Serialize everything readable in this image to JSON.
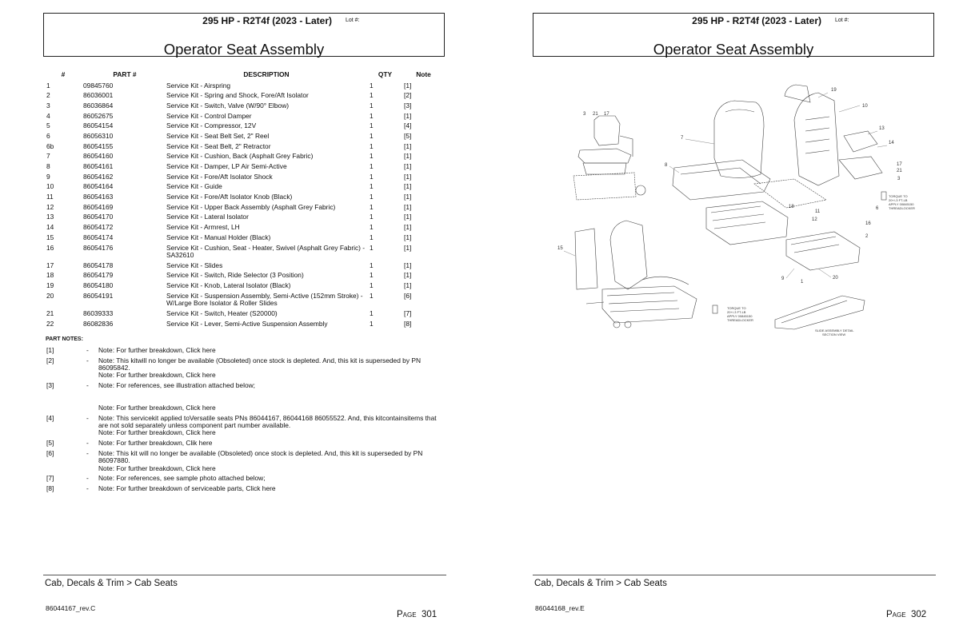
{
  "pages": [
    {
      "header_title": "295 HP - R2T4f (2023 - Later)",
      "lot_label": "Lot #:",
      "section_title": "Operator Seat Assembly",
      "breadcrumb": "Cab, Decals & Trim > Cab Seats",
      "doc_number": "86044167_rev.C",
      "page_word": "Page",
      "page_number": "301"
    },
    {
      "header_title": "295 HP - R2T4f (2023 - Later)",
      "lot_label": "Lot #:",
      "section_title": "Operator Seat Assembly",
      "breadcrumb": "Cab, Decals & Trim > Cab Seats",
      "doc_number": "86044168_rev.E",
      "page_word": "Page",
      "page_number": "302"
    }
  ],
  "table": {
    "headers": [
      "#",
      "PART #",
      "DESCRIPTION",
      "QTY",
      "Note"
    ],
    "rows": [
      {
        "num": "1",
        "part": "09845760",
        "desc": "Service Kit - Airspring",
        "qty": "1",
        "note": "[1]"
      },
      {
        "num": "2",
        "part": "86036001",
        "desc": "Service Kit - Spring and Shock, Fore/Aft Isolator",
        "qty": "1",
        "note": "[2]"
      },
      {
        "num": "3",
        "part": "86036864",
        "desc": "Service Kit - Switch, Valve (W/90° Elbow)",
        "qty": "1",
        "note": "[3]"
      },
      {
        "num": "4",
        "part": "86052675",
        "desc": "Service Kit - Control Damper",
        "qty": "1",
        "note": "[1]"
      },
      {
        "num": "5",
        "part": "86054154",
        "desc": "Service Kit - Compressor, 12V",
        "qty": "1",
        "note": "[4]"
      },
      {
        "num": "6",
        "part": "86056310",
        "desc": "Service Kit - Seat Belt Set, 2\" Reel",
        "qty": "1",
        "note": "[5]"
      },
      {
        "num": "6b",
        "part": "86054155",
        "desc": "Service Kit - Seat Belt, 2\" Retractor",
        "qty": "1",
        "note": "[1]"
      },
      {
        "num": "7",
        "part": "86054160",
        "desc": "Service Kit - Cushion, Back (Asphalt Grey Fabric)",
        "qty": "1",
        "note": "[1]"
      },
      {
        "num": "8",
        "part": "86054161",
        "desc": "Service Kit - Damper, LP Air Semi-Active",
        "qty": "1",
        "note": "[1]"
      },
      {
        "num": "9",
        "part": "86054162",
        "desc": "Service Kit - Fore/Aft Isolator Shock",
        "qty": "1",
        "note": "[1]"
      },
      {
        "num": "10",
        "part": "86054164",
        "desc": "Service Kit - Guide",
        "qty": "1",
        "note": "[1]"
      },
      {
        "num": "11",
        "part": "86054163",
        "desc": "Service Kit - Fore/Aft Isolator Knob (Black)",
        "qty": "1",
        "note": "[1]"
      },
      {
        "num": "12",
        "part": "86054169",
        "desc": "Service Kit - Upper Back Assembly (Asphalt Grey Fabric)",
        "qty": "1",
        "note": "[1]"
      },
      {
        "num": "13",
        "part": "86054170",
        "desc": "Service Kit - Lateral Isolator",
        "qty": "1",
        "note": "[1]"
      },
      {
        "num": "14",
        "part": "86054172",
        "desc": "Service Kit - Armrest, LH",
        "qty": "1",
        "note": "[1]"
      },
      {
        "num": "15",
        "part": "86054174",
        "desc": "Service Kit - Manual Holder (Black)",
        "qty": "1",
        "note": "[1]"
      },
      {
        "num": "16",
        "part": "86054176",
        "desc": "Service Kit - Cushion, Seat - Heater, Swivel (Asphalt Grey Fabric) - SA32610",
        "qty": "1",
        "note": "[1]"
      },
      {
        "num": "17",
        "part": "86054178",
        "desc": "Service Kit - Slides",
        "qty": "1",
        "note": "[1]"
      },
      {
        "num": "18",
        "part": "86054179",
        "desc": "Service Kit - Switch, Ride Selector (3 Position)",
        "qty": "1",
        "note": "[1]"
      },
      {
        "num": "19",
        "part": "86054180",
        "desc": "Service Kit - Knob, Lateral Isolator (Black)",
        "qty": "1",
        "note": "[1]"
      },
      {
        "num": "20",
        "part": "86054191",
        "desc": "Service Kit - Suspension Assembly, Semi-Active (152mm Stroke) - W/Large Bore Isolator & Roller Slides",
        "qty": "1",
        "note": "[6]"
      },
      {
        "num": "21",
        "part": "86039333",
        "desc": "Service Kit - Switch, Heater (S20000)",
        "qty": "1",
        "note": "[7]"
      },
      {
        "num": "22",
        "part": "86082836",
        "desc": "Service Kit - Lever, Semi-Active Suspension Assembly",
        "qty": "1",
        "note": "[8]"
      }
    ]
  },
  "part_notes": {
    "title": "PART NOTES:",
    "items": [
      {
        "ref": "[1]",
        "dash": "-",
        "text": "Note: For further breakdown, Click here"
      },
      {
        "ref": "[2]",
        "dash": "-",
        "text": "Note: This kitwill no longer be available (Obsoleted) once stock is depleted. And, this kit is superseded by PN 86095842.\nNote: For further breakdown, Click here"
      },
      {
        "ref": "[3]",
        "dash": "-",
        "text": "Note: For references, see illustration attached below;\n\n\nNote: For further breakdown, Click here"
      },
      {
        "ref": "[4]",
        "dash": "-",
        "text": "Note: This servicekit applied toVersatile seats PNs 86044167, 86044168  86055522. And, this kitcontainsitems that are not sold separately unless component part number available.\nNote: For further breakdown, Click here"
      },
      {
        "ref": "[5]",
        "dash": "-",
        "text": "Note: For further breakdown, Clik here"
      },
      {
        "ref": "[6]",
        "dash": "-",
        "text": "Note: This kit will no longer be available (Obsoleted) once stock is depleted. And, this kit is superseded by PN 86097880.\nNote: For further breakdown, Click here"
      },
      {
        "ref": "[7]",
        "dash": "-",
        "text": "Note: For references, see sample photo attached below;"
      },
      {
        "ref": "[8]",
        "dash": "-",
        "text": "Note: For further breakdown of serviceable parts, Click here"
      }
    ]
  },
  "illustration": {
    "callouts": [
      "19",
      "10",
      "3",
      "21",
      "17",
      "13",
      "7",
      "14",
      "8",
      "17",
      "21",
      "3",
      "6",
      "18",
      "11",
      "12",
      "16",
      "2",
      "15",
      "9",
      "1",
      "20"
    ],
    "torque_note_1": [
      "TORQUE TO",
      "20+/-3 FT-LB",
      "APPLY 00845150",
      "THREADLOCKER"
    ],
    "torque_note_2": [
      "TORQUE TO",
      "20+/-3 FT-LB",
      "APPLY 00845150",
      "THREADLOCKER"
    ],
    "detail_caption": [
      "SLIDE ASSEMBLY DETAIL",
      "SECTION VIEW"
    ]
  }
}
